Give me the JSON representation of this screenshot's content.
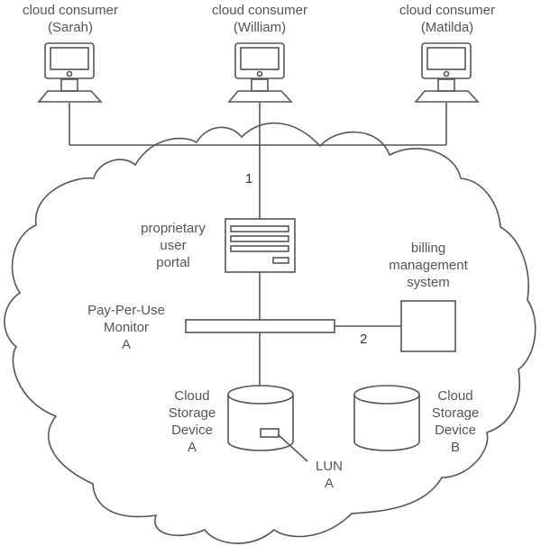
{
  "consumers": [
    {
      "role": "cloud consumer",
      "name": "(Sarah)"
    },
    {
      "role": "cloud consumer",
      "name": "(William)"
    },
    {
      "role": "cloud consumer",
      "name": "(Matilda)"
    }
  ],
  "portal": {
    "line1": "proprietary",
    "line2": "user",
    "line3": "portal"
  },
  "billing": {
    "line1": "billing",
    "line2": "management",
    "line3": "system"
  },
  "monitor": {
    "line1": "Pay-Per-Use",
    "line2": "Monitor",
    "line3": "A"
  },
  "storage_a": {
    "line1": "Cloud",
    "line2": "Storage",
    "line3": "Device",
    "line4": "A"
  },
  "storage_b": {
    "line1": "Cloud",
    "line2": "Storage",
    "line3": "Device",
    "line4": "B"
  },
  "lun": {
    "line1": "LUN",
    "line2": "A"
  },
  "step_labels": {
    "step1": "1",
    "step2": "2"
  },
  "colors": {
    "stroke": "#555555",
    "text": "#555555",
    "background": "#ffffff"
  }
}
